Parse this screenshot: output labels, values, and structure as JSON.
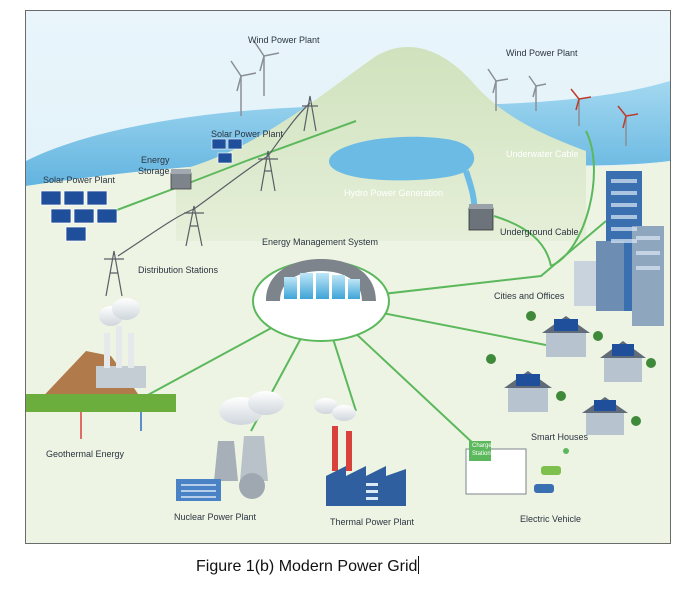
{
  "figure": {
    "caption": "Figure 1(b) Modern Power Grid",
    "labels": {
      "wind_top": "Wind Power Plant",
      "wind_right": "Wind Power Plant",
      "solar_mid": "Solar Power Plant",
      "solar_left": "Solar Power Plant",
      "energy_storage_1": "Energy",
      "energy_storage_2": "Storage",
      "underwater_cable": "Underwater Cable",
      "hydro": "Hydro Power Generation",
      "underground_cable": "Underground Cable",
      "ems": "Energy Management System",
      "distribution": "Distribution Stations",
      "cities": "Cities and Offices",
      "geothermal": "Geothermal Energy",
      "smart_houses": "Smart Houses",
      "nuclear": "Nuclear Power Plant",
      "thermal": "Thermal Power Plant",
      "ev": "Electric Vehicle",
      "charge_station_1": "Charge",
      "charge_station_2": "Station"
    }
  },
  "colors": {
    "sky": "#dff0f7",
    "water": "#7fc6e8",
    "hill": "#d9e8c8",
    "ground": "#eef3e2",
    "grid_line": "#5cb85c",
    "building": "#3a6fb0",
    "solar_panel": "#1f4f9a"
  }
}
